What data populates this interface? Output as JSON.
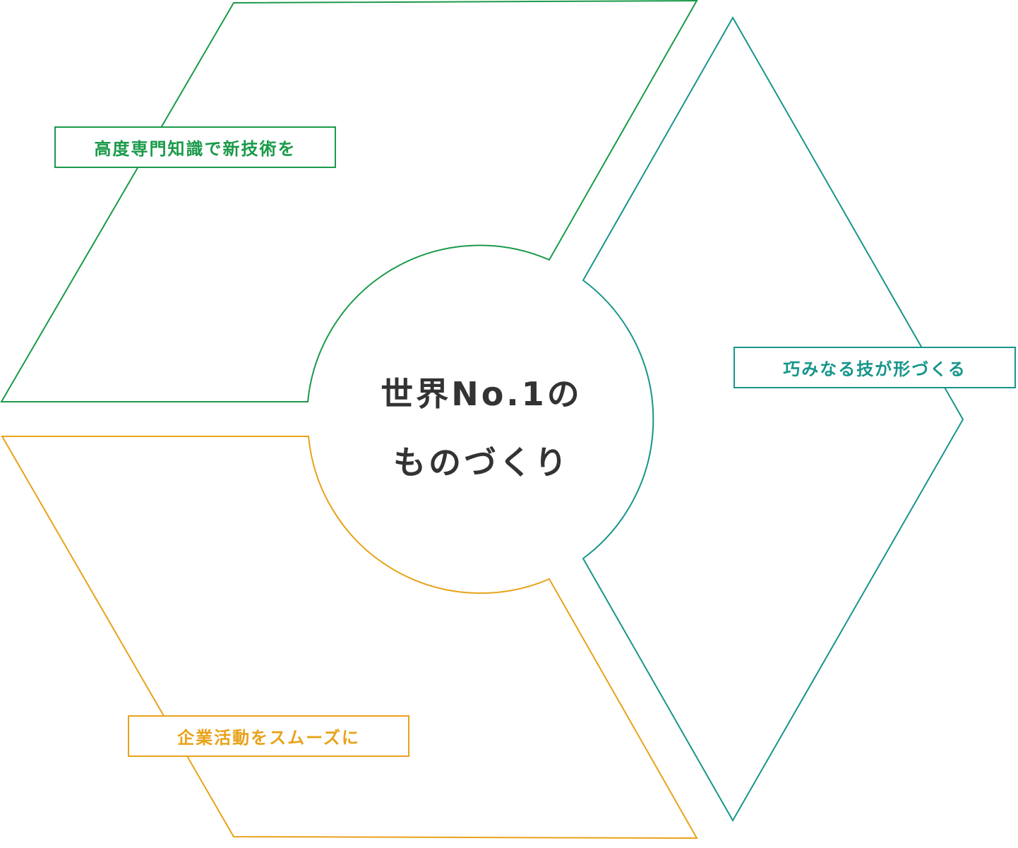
{
  "diagram": {
    "center": {
      "line1": "世界No.1の",
      "line2": "ものづくり"
    },
    "segments": [
      {
        "id": "top",
        "label": "高度専門知識で新技術を",
        "color": "#1a9a4a"
      },
      {
        "id": "right",
        "label": "巧みなる技が形づくる",
        "color": "#17958a"
      },
      {
        "id": "bottom",
        "label": "企業活動をスムーズに",
        "color": "#e8a21a"
      }
    ]
  }
}
